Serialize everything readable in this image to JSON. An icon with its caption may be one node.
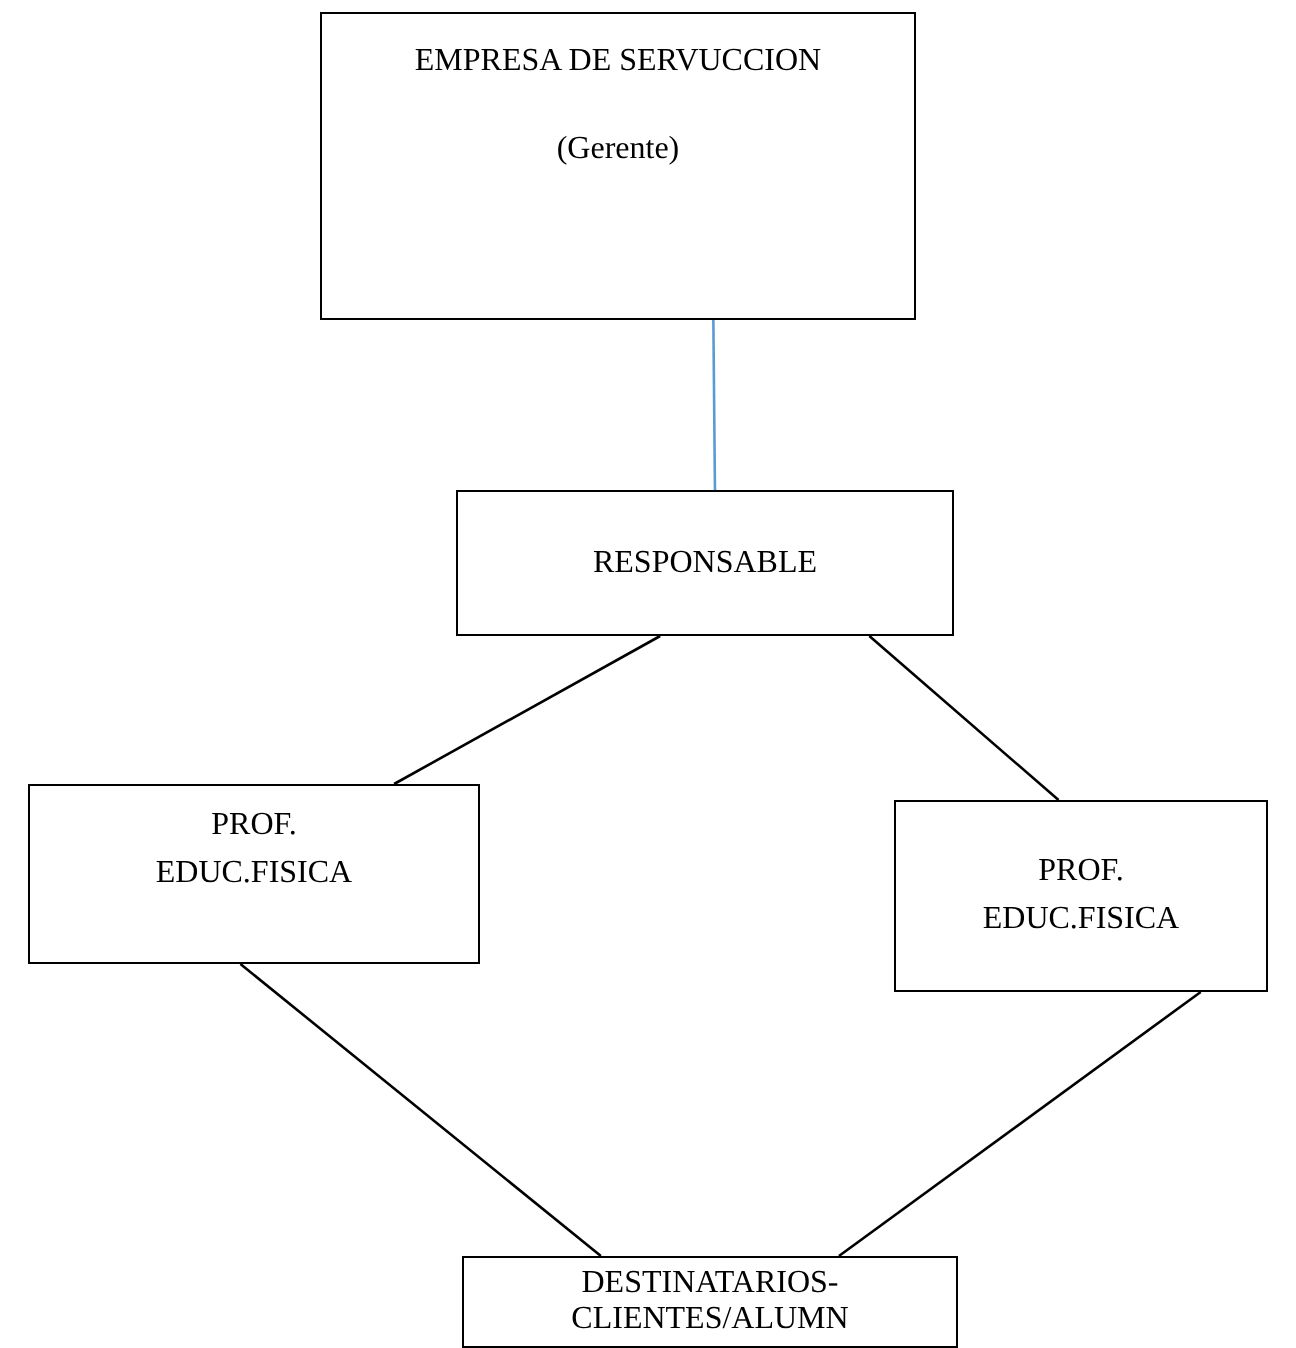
{
  "diagram": {
    "nodes": [
      {
        "text": [
          "EMPRESA DE SERVUCCION",
          "(Gerente)"
        ]
      },
      {
        "text": [
          "RESPONSABLE"
        ]
      },
      {
        "text": [
          "PROF. EDUC.FISICA"
        ]
      },
      {
        "text": [
          "PROF. EDUC.FISICA"
        ]
      },
      {
        "text": [
          "DESTINATARIOS- CLIENTES/ALUMN"
        ]
      }
    ],
    "edges": [
      {
        "from": 0,
        "to": 1,
        "arrow": "none",
        "color": "#5b9bd5"
      },
      {
        "from": 1,
        "to": 2,
        "arrow": "none"
      },
      {
        "from": 1,
        "to": 3,
        "arrow": "none"
      },
      {
        "from": 2,
        "to": 4,
        "arrow": "none"
      },
      {
        "from": 3,
        "to": 4,
        "arrow": "none"
      }
    ]
  }
}
